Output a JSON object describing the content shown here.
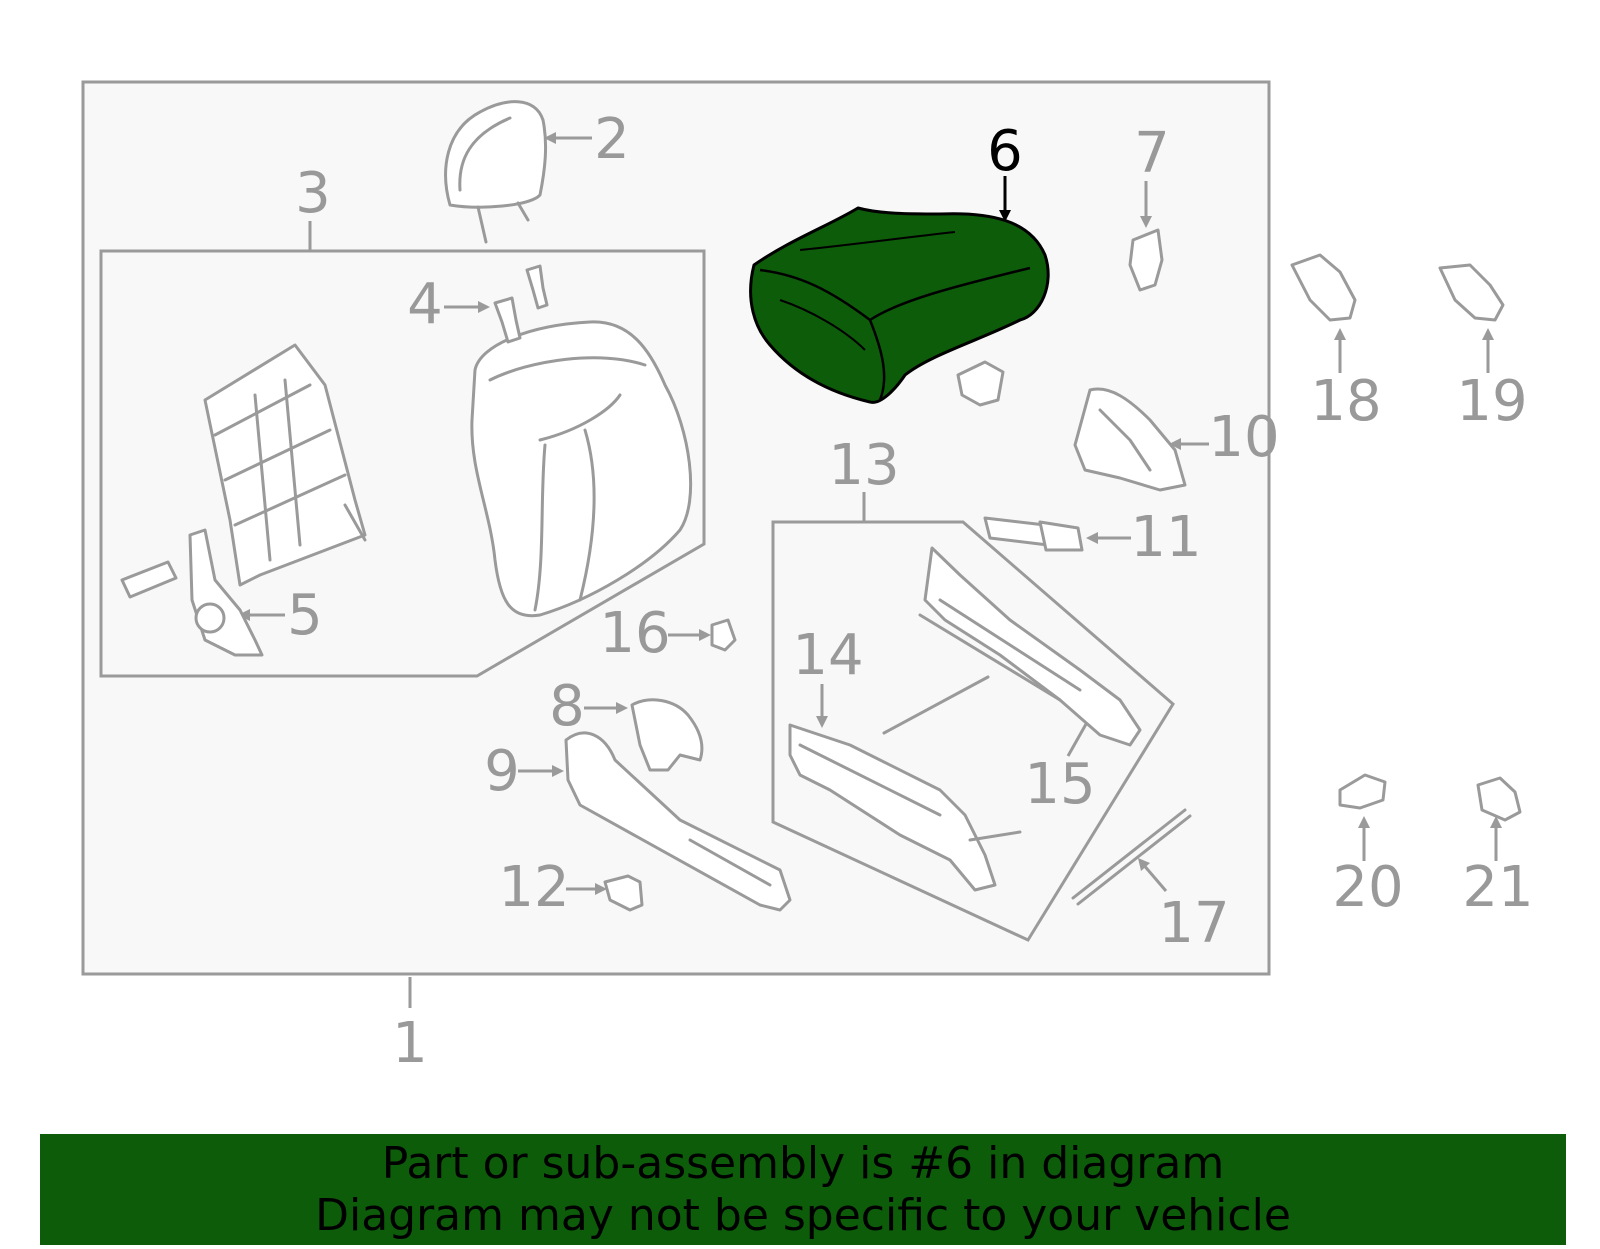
{
  "callouts": {
    "c1": "1",
    "c2": "2",
    "c3": "3",
    "c4": "4",
    "c5": "5",
    "c6": "6",
    "c7": "7",
    "c8": "8",
    "c9": "9",
    "c10": "10",
    "c11": "11",
    "c12": "12",
    "c13": "13",
    "c14": "14",
    "c15": "15",
    "c16": "16",
    "c17": "17",
    "c18": "18",
    "c19": "19",
    "c20": "20",
    "c21": "21"
  },
  "highlight": {
    "part": "6",
    "fill_color": "#0d5c0a",
    "outline_color": "#000000"
  },
  "banner": {
    "line1": "Part or sub-assembly is #6 in diagram",
    "line2": "Diagram may not be specific to your vehicle",
    "background_color": "#0d5c0a"
  }
}
